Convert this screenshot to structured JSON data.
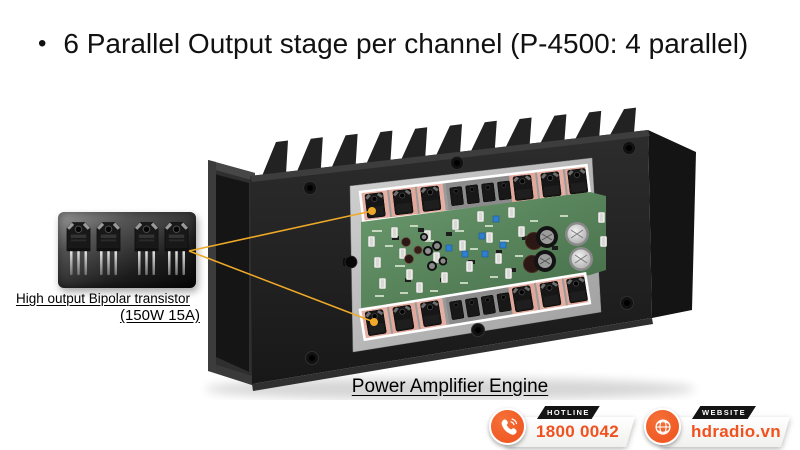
{
  "title": {
    "bullet": "•",
    "text": "6 Parallel Output stage per channel (P-4500: 4 parallel)"
  },
  "callout": {
    "label_line1": "High output Bipolar transistor",
    "label_line2": "(150W 15A)"
  },
  "figure": {
    "caption": "Power Amplifier Engine"
  },
  "badges": {
    "hotline": {
      "ribbon": "HOTLINE",
      "value": "1800 0042",
      "icon": "phone-icon"
    },
    "website": {
      "ribbon": "WEBSITE",
      "value": "hdradio.vn",
      "icon": "globe-icon"
    }
  },
  "colors": {
    "accent_orange": "#F1511F",
    "badge_circle_orange": "#F15A24",
    "ribbon_black": "#141414",
    "callout_yellow": "#EFA928",
    "text_black": "#111111"
  }
}
